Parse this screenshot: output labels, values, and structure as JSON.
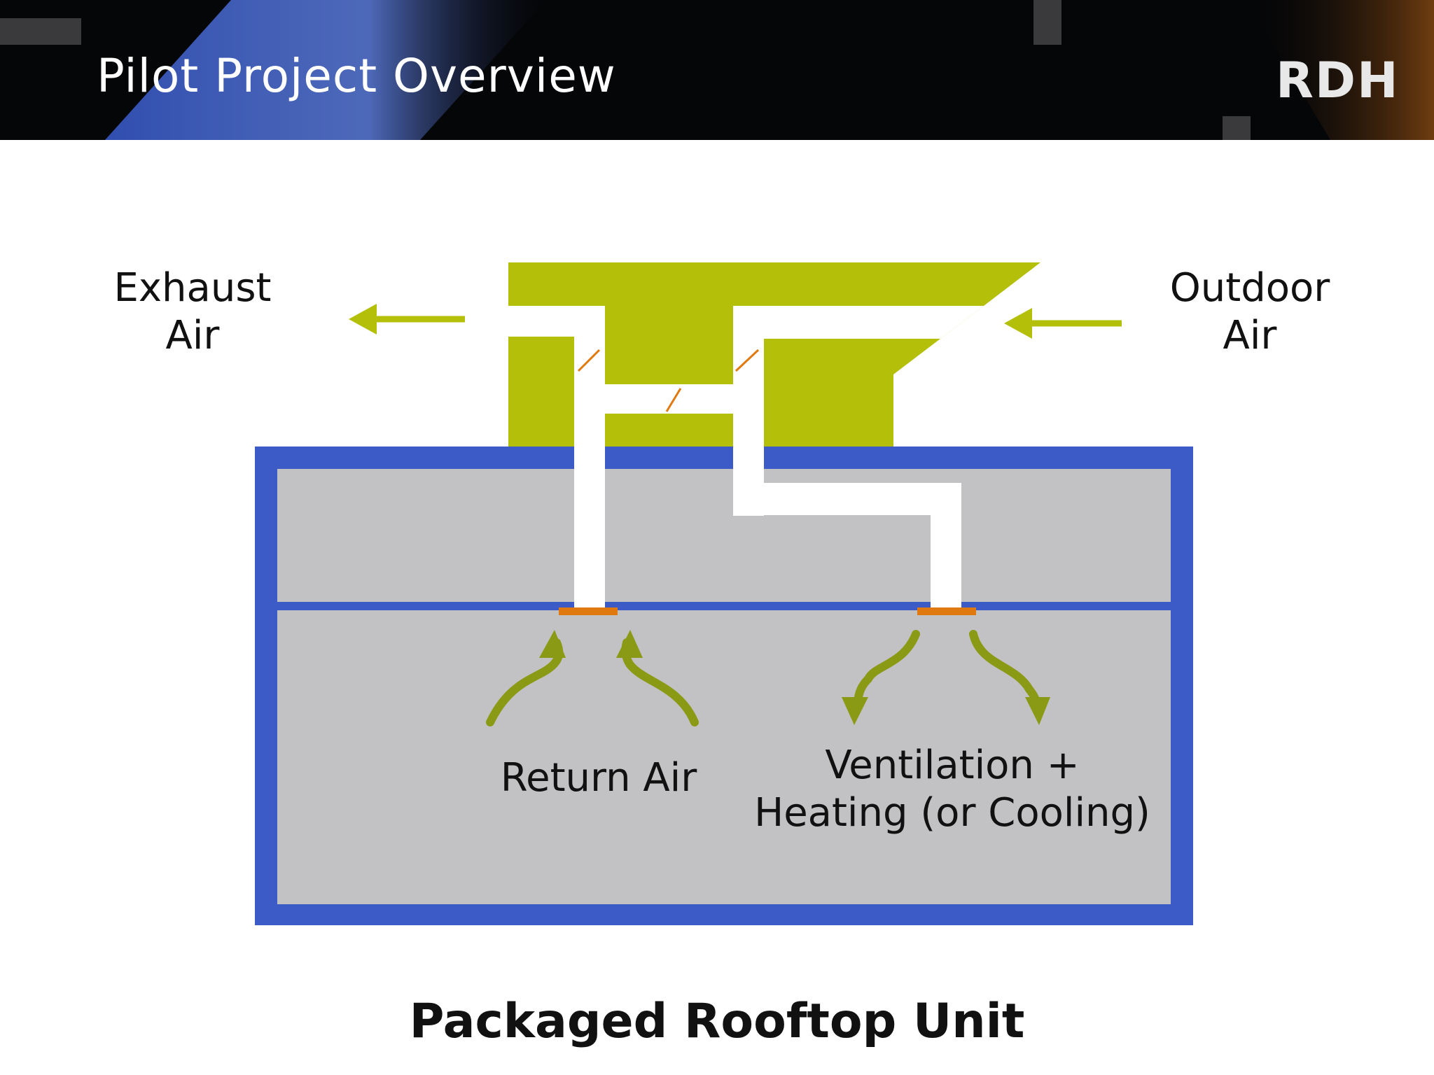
{
  "header": {
    "title": "Pilot Project Overview",
    "logo_text": "RDH"
  },
  "diagram": {
    "labels": {
      "exhaust_air_line1": "Exhaust",
      "exhaust_air_line2": "Air",
      "outdoor_air_line1": "Outdoor",
      "outdoor_air_line2": "Air",
      "return_air": "Return Air",
      "supply_line1": "Ventilation +",
      "supply_line2": "Heating (or Cooling)"
    },
    "caption": "Packaged Rooftop Unit",
    "colors": {
      "building_wall": "#3d5bc7",
      "interior": "#c2c1c3",
      "rooftop_unit": "#b4bf0a",
      "arrow": "#8a9a14",
      "diffuser": "#e07a10",
      "header_bg": "#050608",
      "header_accent": "#4a6bd0"
    }
  }
}
